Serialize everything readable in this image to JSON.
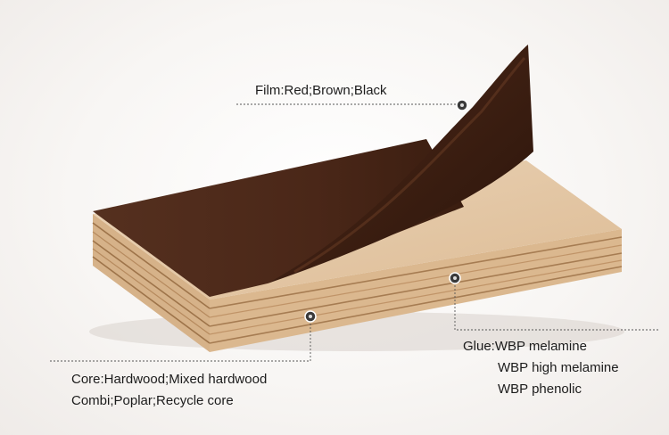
{
  "labels": {
    "film": "Film:Red;Brown;Black",
    "glue_line1": "Glue:WBP melamine",
    "glue_line2": "WBP high melamine",
    "glue_line3": "WBP phenolic",
    "core_line1": "Core:Hardwood;Mixed hardwood",
    "core_line2": "Combi;Poplar;Recycle core"
  },
  "colors": {
    "film": "#4a2718",
    "film_dark": "#2e160c",
    "wood_face": "#e4c9aa",
    "wood_edge": "#d9b58c",
    "wood_layer_dark": "#a67c52",
    "leader_line": "#555555"
  }
}
